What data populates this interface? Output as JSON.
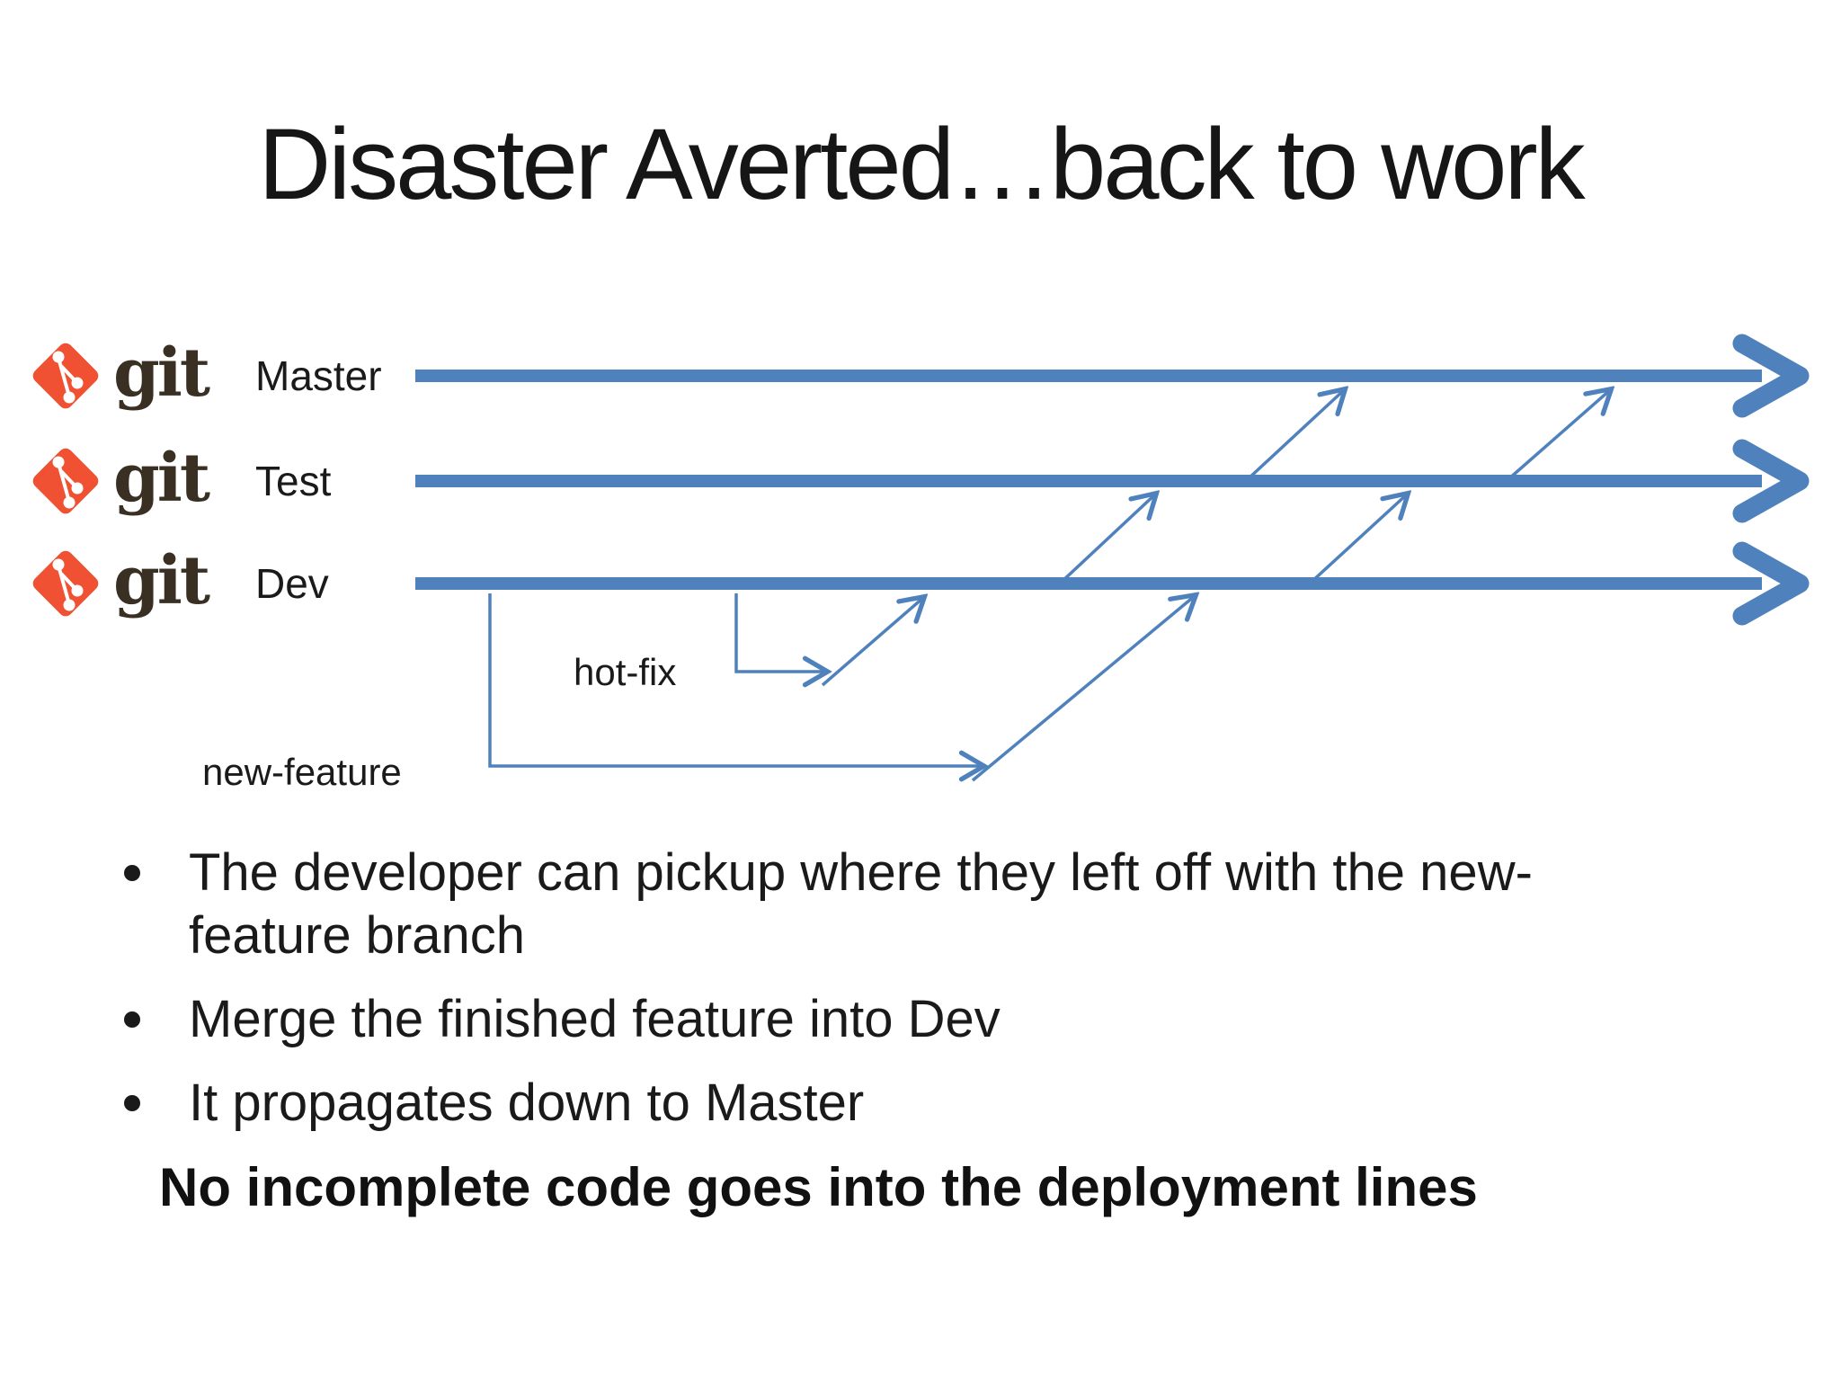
{
  "title": "Disaster Averted…back to work",
  "git_logo": {
    "wordmark": "git"
  },
  "diagram": {
    "branch_lines": [
      "Master",
      "Test",
      "Dev"
    ],
    "hotfix_label": "hot-fix",
    "newfeature_label": "new-feature"
  },
  "bullets": [
    "The developer can pickup where they left off with the new-feature branch",
    "Merge the finished feature into Dev",
    "It propagates down to Master"
  ],
  "emphasis": "No incomplete code goes into the deployment lines",
  "colors": {
    "arrow_blue": "#4f81bd",
    "git_red": "#f05133",
    "git_wordmark_brown": "#3a2f23",
    "text_black": "#1a1a1a"
  }
}
